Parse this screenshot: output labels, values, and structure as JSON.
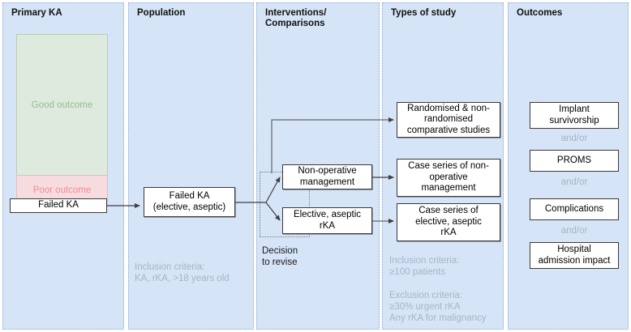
{
  "columns": [
    {
      "id": "primary-ka",
      "title": "Primary KA"
    },
    {
      "id": "population",
      "title": "Population"
    },
    {
      "id": "interventions",
      "title": "Interventions/\nComparisons"
    },
    {
      "id": "types",
      "title": "Types of study"
    },
    {
      "id": "outcomes",
      "title": "Outcomes"
    }
  ],
  "primary_ka": {
    "good_outcome": "Good outcome",
    "poor_outcome": "Poor outcome",
    "failed_ka": "Failed KA"
  },
  "population": {
    "node": "Failed KA\n(elective, aseptic)",
    "criteria": "Inclusion criteria:\nKA, rKA, >18 years old"
  },
  "interventions": {
    "non_operative": "Non-operative\nmanagement",
    "elective_rka": "Elective, aseptic\nrKA",
    "decision": "Decision\nto revise"
  },
  "types_of_study": {
    "comparative": "Randomised & non-\nrandomised\ncomparative studies",
    "case_series_non_operative": "Case series of non-\noperative\nmanagement",
    "case_series_rka": "Case series of\nelective, aseptic\nrKA",
    "inclusion": "Inclusion criteria:\n≥100 patients",
    "exclusion": "Exclusion criteria:\n≥30% urgent rKA\nAny rKA for malignancy"
  },
  "outcomes": {
    "items": [
      "Implant\nsurvivorship",
      "PROMS",
      "Complications",
      "Hospital\nadmission impact"
    ],
    "connector": "and/or"
  },
  "colors": {
    "column_fill": "#d6e4f7",
    "column_border": "#8fa9cc",
    "good_outcome_fill": "#dfeade",
    "good_outcome_text": "#8fc18a",
    "poor_outcome_fill": "#f7dcdf",
    "poor_outcome_text": "#ef8e92",
    "node_fill": "#ffffff",
    "node_border": "#3a3a3a",
    "muted_text": "#a9b4c4",
    "arrow": "#444444"
  }
}
